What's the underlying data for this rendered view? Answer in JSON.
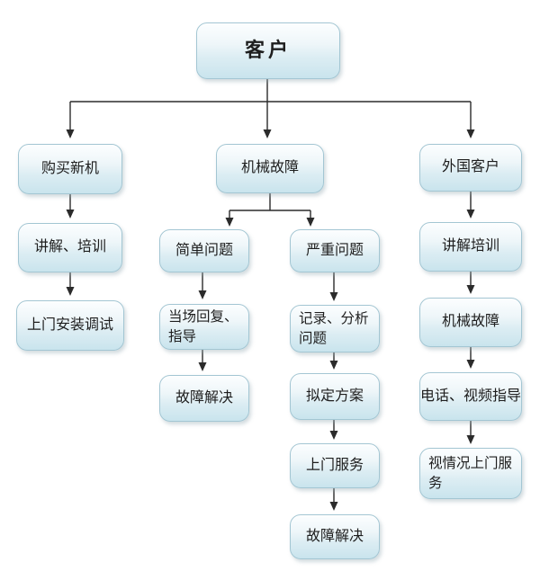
{
  "diagram": {
    "type": "flowchart",
    "background": "#ffffff",
    "colors": {
      "box_fill_top": "#fcfeff",
      "box_fill_bottom": "#c9e4ed",
      "box_border": "#a3c6d3",
      "connector_line": "#2b2b2b",
      "text": "#1e1e1e"
    },
    "nodes": {
      "customer": {
        "label": "客户"
      },
      "buy_new_machine": {
        "label": "购买新机"
      },
      "mechanical_failure": {
        "label": "机械故障"
      },
      "foreign_customer": {
        "label": "外国客户"
      },
      "explain_training": {
        "label": "讲解、培训"
      },
      "onsite_install_debug": {
        "label": "上门安装调试"
      },
      "simple_problem": {
        "label": "简单问题"
      },
      "serious_problem": {
        "label": "严重问题"
      },
      "onspot_reply_guide": {
        "label": "当场回复、指导"
      },
      "fault_resolved_1": {
        "label": "故障解决"
      },
      "record_analyze": {
        "label": "记录、分析问题"
      },
      "draft_plan": {
        "label": "拟定方案"
      },
      "onsite_service": {
        "label": "上门服务"
      },
      "fault_resolved_2": {
        "label": "故障解决"
      },
      "explain_training_2": {
        "label": "讲解培训"
      },
      "mechanical_failure_2": {
        "label": "机械故障"
      },
      "phone_video_guide": {
        "label": "电话、视频指导"
      },
      "onsite_as_needed": {
        "label": "视情况上门服务"
      }
    },
    "edges": [
      [
        "customer",
        "buy_new_machine"
      ],
      [
        "customer",
        "mechanical_failure"
      ],
      [
        "customer",
        "foreign_customer"
      ],
      [
        "buy_new_machine",
        "explain_training"
      ],
      [
        "explain_training",
        "onsite_install_debug"
      ],
      [
        "mechanical_failure",
        "simple_problem"
      ],
      [
        "mechanical_failure",
        "serious_problem"
      ],
      [
        "simple_problem",
        "onspot_reply_guide"
      ],
      [
        "onspot_reply_guide",
        "fault_resolved_1"
      ],
      [
        "serious_problem",
        "record_analyze"
      ],
      [
        "record_analyze",
        "draft_plan"
      ],
      [
        "draft_plan",
        "onsite_service"
      ],
      [
        "onsite_service",
        "fault_resolved_2"
      ],
      [
        "foreign_customer",
        "explain_training_2"
      ],
      [
        "explain_training_2",
        "mechanical_failure_2"
      ],
      [
        "mechanical_failure_2",
        "phone_video_guide"
      ],
      [
        "phone_video_guide",
        "onsite_as_needed"
      ]
    ]
  }
}
